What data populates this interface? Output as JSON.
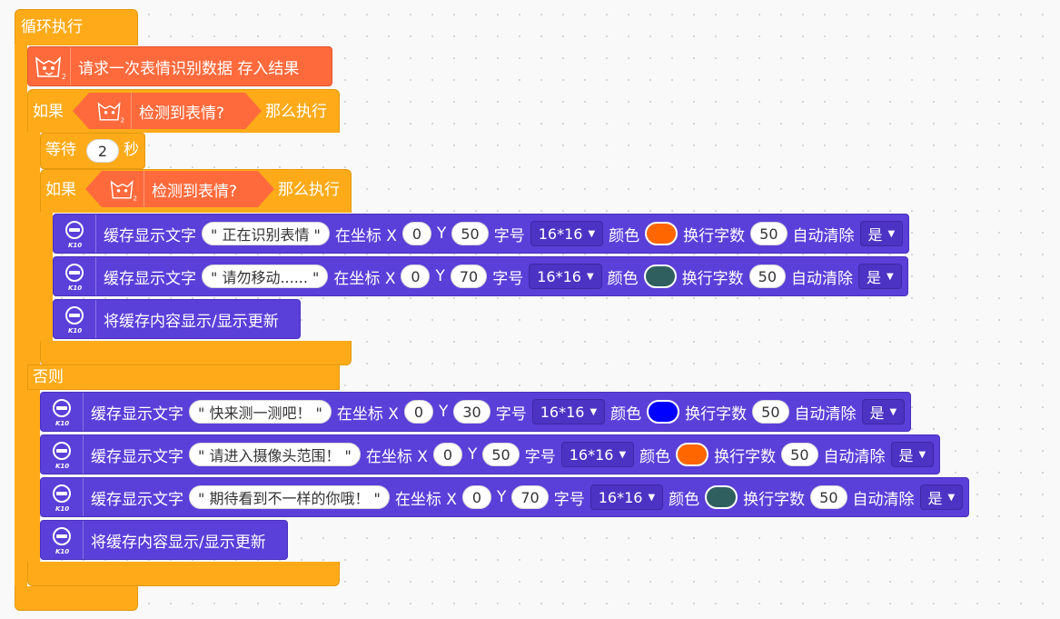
{
  "loop": {
    "label": "循环执行"
  },
  "request": {
    "text": "请求一次表情识别数据 存入结果"
  },
  "if_outer": {
    "if_label": "如果",
    "condition": "检测到表情?",
    "then_label": "那么执行"
  },
  "wait": {
    "label": "等待",
    "value": "2",
    "unit": "秒"
  },
  "if_inner": {
    "if_label": "如果",
    "condition": "检测到表情?",
    "then_label": "那么执行"
  },
  "else_label": "否则",
  "labels": {
    "show_text": "缓存显示文字",
    "at_x": "在坐标 X",
    "y": "Y",
    "font_size": "字号",
    "color": "颜色",
    "wrap": "换行字数",
    "auto_clear": "自动清除",
    "refresh": "将缓存内容显示/显示更新"
  },
  "then_blocks": [
    {
      "text": "\" 正在识别表情 \"",
      "x": "0",
      "y": "50",
      "font": "16*16",
      "color": "#ff6600",
      "wrap": "50",
      "clear": "是"
    },
    {
      "text": "\" 请勿移动...... \"",
      "x": "0",
      "y": "70",
      "font": "16*16",
      "color": "#2f5f5f",
      "wrap": "50",
      "clear": "是"
    }
  ],
  "else_blocks": [
    {
      "text": "\" 快来测一测吧！ \"",
      "x": "0",
      "y": "30",
      "font": "16*16",
      "color": "#0000ff",
      "wrap": "50",
      "clear": "是"
    },
    {
      "text": "\" 请进入摄像头范围！ \"",
      "x": "0",
      "y": "50",
      "font": "16*16",
      "color": "#ff6600",
      "wrap": "50",
      "clear": "是"
    },
    {
      "text": "\" 期待看到不一样的你哦！ \"",
      "x": "0",
      "y": "70",
      "font": "16*16",
      "color": "#2f5f5f",
      "wrap": "50",
      "clear": "是"
    }
  ],
  "icons": {
    "fox": "fox-robot-icon",
    "k10": "k10-board-icon",
    "badge2": "2",
    "k10_text": "K10"
  }
}
